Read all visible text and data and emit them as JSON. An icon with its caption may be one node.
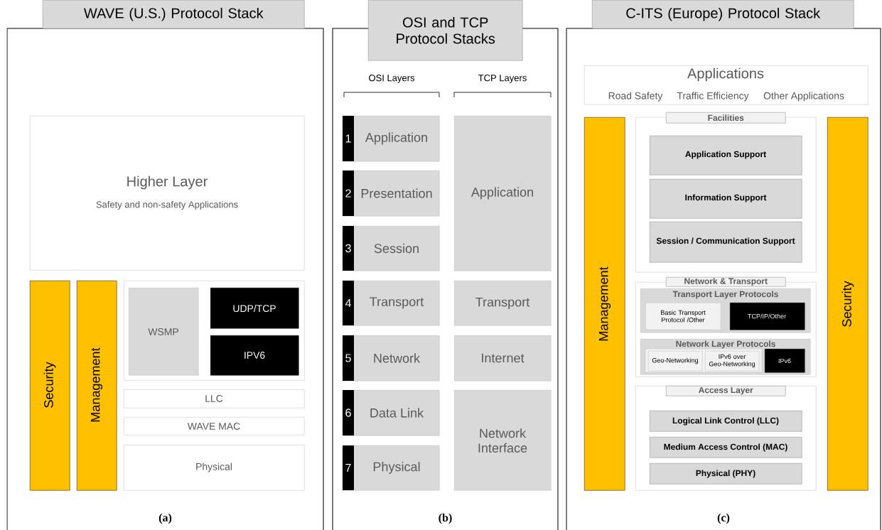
{
  "diagram": {
    "nodes": [
      {
        "text": [
          "WAVE (U.S.) Protocol Stack",
          "(a)"
        ]
      },
      {
        "text": [
          "Higher Layer",
          "Safety and non-safety Applications"
        ],
        "in": 0
      },
      {
        "text": [
          "Security"
        ],
        "in": 0
      },
      {
        "text": [
          "Management"
        ],
        "in": 0
      },
      {
        "text": [],
        "shape": "box",
        "in": 0
      },
      {
        "text": [
          "WSMP"
        ],
        "in": 4
      },
      {
        "text": [
          "UDP/TCP"
        ],
        "in": 4
      },
      {
        "text": [
          "IPV6"
        ],
        "in": 4
      },
      {
        "text": [
          "LLC"
        ],
        "in": 0
      },
      {
        "text": [
          "WAVE MAC"
        ],
        "in": 0
      },
      {
        "text": [
          "Physical"
        ],
        "in": 0
      },
      {
        "text": [
          "OSI and TCP Protocol Stacks",
          "(b)"
        ]
      },
      {
        "text": [
          "1",
          "Application"
        ],
        "in": 11
      },
      {
        "text": [
          "2",
          "Presentation"
        ],
        "in": 11
      },
      {
        "text": [
          "3",
          "Session"
        ],
        "in": 11
      },
      {
        "text": [
          "4",
          "Transport"
        ],
        "in": 11
      },
      {
        "text": [
          "5",
          "Network"
        ],
        "in": 11
      },
      {
        "text": [
          "6",
          "Data Link"
        ],
        "in": 11
      },
      {
        "text": [
          "7",
          "Physical"
        ],
        "in": 11
      },
      {
        "text": [
          "Application"
        ],
        "in": 11
      },
      {
        "text": [
          "Transport"
        ],
        "in": 11
      },
      {
        "text": [
          "Internet"
        ],
        "in": 11
      },
      {
        "text": [
          "Network Interface"
        ],
        "in": 11
      },
      {
        "text": [
          "C-ITS (Europe) Protocol Stack",
          "(c)"
        ]
      },
      {
        "text": [
          "Applications",
          "Road Safety",
          "Traffic Efficiency",
          "Other Applications"
        ],
        "in": 23
      },
      {
        "text": [
          "Management"
        ],
        "in": 23
      },
      {
        "text": [
          "Security"
        ],
        "in": 23
      },
      {
        "text": [
          "Facilities"
        ],
        "in": 23
      },
      {
        "text": [
          "Application Support"
        ],
        "in": 27
      },
      {
        "text": [
          "Information Support"
        ],
        "in": 27
      },
      {
        "text": [
          "Session / Communication Support"
        ],
        "in": 27
      },
      {
        "text": [
          "Network & Transport"
        ],
        "in": 23
      },
      {
        "text": [
          "Transport Layer Protocols"
        ],
        "in": 31
      },
      {
        "text": [
          "Basic Transport Protocol /Other"
        ],
        "in": 32
      },
      {
        "text": [
          "TCP/IP/Other"
        ],
        "in": 32
      },
      {
        "text": [
          "Network Layer Protocols"
        ],
        "in": 31
      },
      {
        "text": [
          "Geo-Networking"
        ],
        "in": 35
      },
      {
        "text": [
          "IPv6 over Geo-Networking"
        ],
        "in": 35
      },
      {
        "text": [
          "IPv6"
        ],
        "in": 35
      },
      {
        "text": [
          "Access Layer"
        ],
        "in": 23
      },
      {
        "text": [
          "Logical Link Control (LLC)"
        ],
        "in": 39
      },
      {
        "text": [
          "Medium Access Control (MAC)"
        ],
        "in": 39
      },
      {
        "text": [
          "Physical (PHY)"
        ],
        "in": 39
      }
    ],
    "labels": [
      "OSI Layers",
      "TCP Layers"
    ]
  }
}
